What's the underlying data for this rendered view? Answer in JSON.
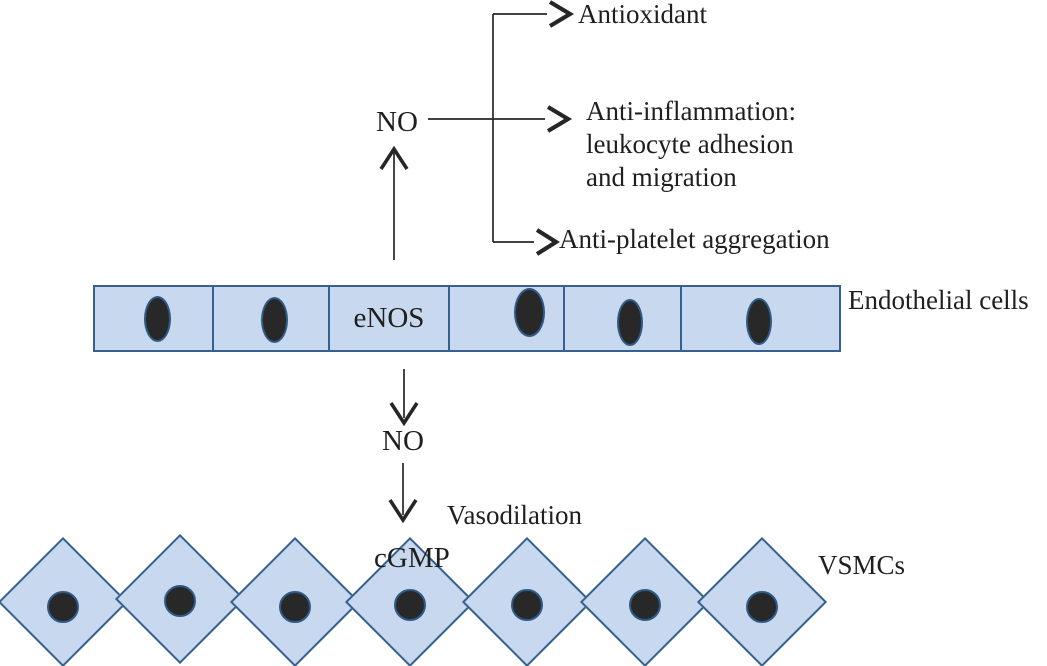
{
  "colors": {
    "cell_fill": "#c8d8ee",
    "cell_border": "#36608f",
    "nucleus_fill": "#282828",
    "nucleus_ring": "#2e5a87",
    "arrow": "#262626",
    "text": "#1f1f1f"
  },
  "labels": {
    "no_top": "NO",
    "no_mid": "NO",
    "enos": "eNOS",
    "cgmp": "cGMP",
    "vasodilation": "Vasodilation",
    "endothelial_cells": "Endothelial cells",
    "vsmcs": "VSMCs"
  },
  "effects": {
    "antioxidant": "Antioxidant",
    "anti_inflammation": [
      "Anti-inflammation:",
      "leukocyte adhesion",
      "and migration"
    ],
    "anti_platelet": "Anti-platelet aggregation"
  }
}
